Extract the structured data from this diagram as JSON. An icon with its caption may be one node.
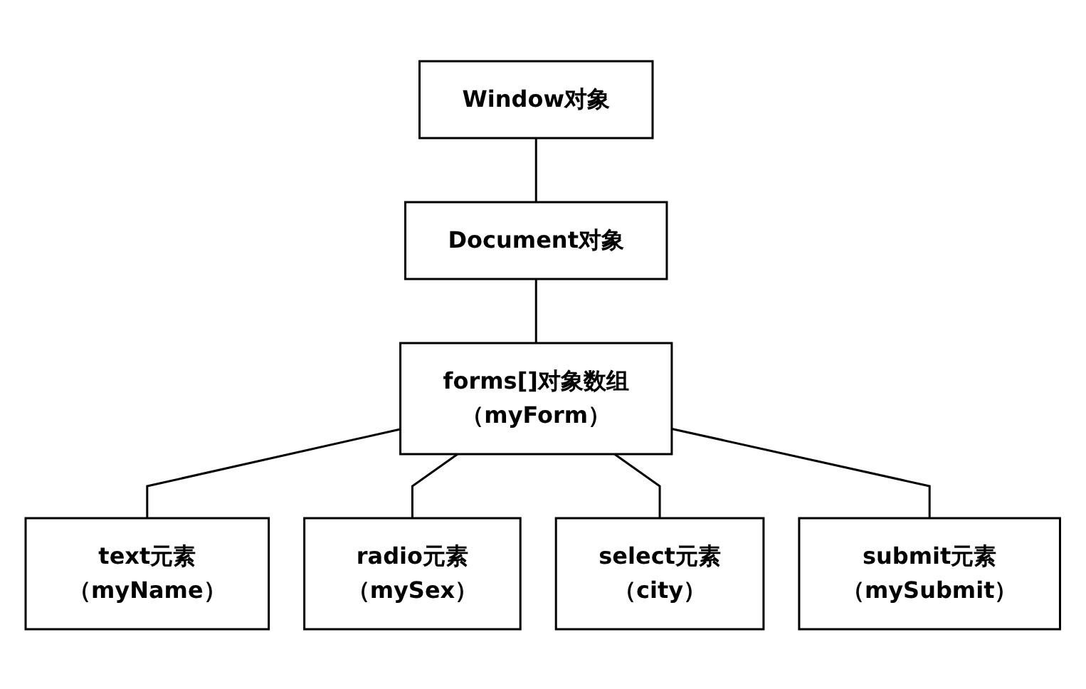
{
  "diagram": {
    "nodes": [
      {
        "text": [
          "Window对象"
        ]
      },
      {
        "text": [
          "Document对象"
        ]
      },
      {
        "text": [
          "forms[]对象数组",
          "（myForm）"
        ]
      },
      {
        "text": [
          "text元素",
          "（myName）"
        ]
      },
      {
        "text": [
          "radio元素",
          "（mySex）"
        ]
      },
      {
        "text": [
          "select元素",
          "（city）"
        ]
      },
      {
        "text": [
          "submit元素",
          "（mySubmit）"
        ]
      }
    ],
    "edges": [
      {
        "from": 0,
        "to": 1,
        "arrow": "none"
      },
      {
        "from": 1,
        "to": 2,
        "arrow": "none"
      },
      {
        "from": 2,
        "to": 3,
        "arrow": "none"
      },
      {
        "from": 2,
        "to": 4,
        "arrow": "none"
      },
      {
        "from": 2,
        "to": 5,
        "arrow": "none"
      },
      {
        "from": 2,
        "to": 6,
        "arrow": "none"
      }
    ]
  }
}
